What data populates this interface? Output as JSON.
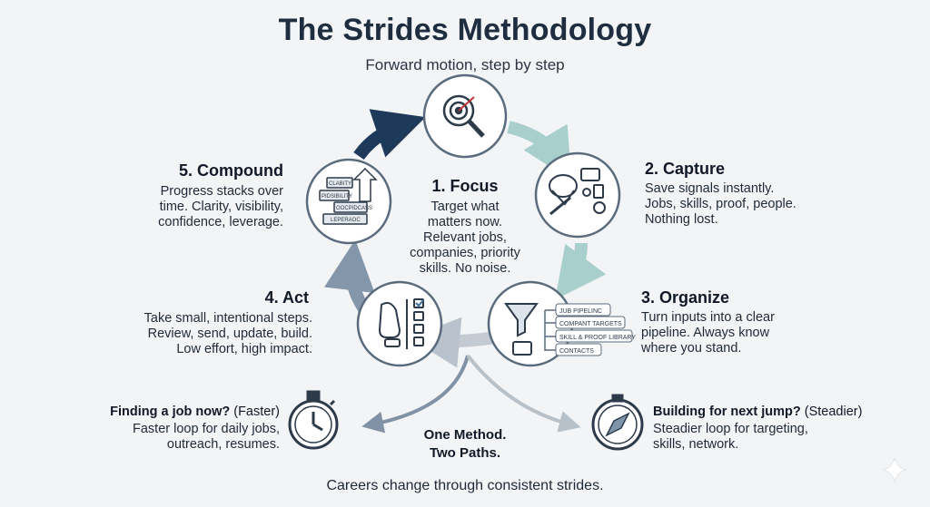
{
  "title": "The Strides Methodology",
  "subtitle": "Forward motion, step by step",
  "steps": {
    "focus": {
      "heading": "1. Focus",
      "lines": [
        "Target what",
        "matters now.",
        "Relevant jobs,",
        "companies, priority",
        "skills. No noise."
      ]
    },
    "capture": {
      "heading": "2. Capture",
      "lines": [
        "Save signals instantly.",
        "Jobs, skills, proof, people.",
        "Nothing lost."
      ]
    },
    "organize": {
      "heading": "3. Organize",
      "lines": [
        "Turn inputs into a clear",
        "pipeline. Always know",
        "where you stand."
      ],
      "pills": [
        "JUB PIPELINC",
        "COMPANT TARGETS",
        "SKILL & PROOF LIBRARY",
        "CONTACTS"
      ]
    },
    "act": {
      "heading": "4. Act",
      "lines": [
        "Take small, intentional steps.",
        "Review, send, update, build.",
        "Low effort, high impact."
      ]
    },
    "compound": {
      "heading": "5. Compound",
      "lines": [
        "Progress stacks over",
        "time. Clarity, visibility,",
        "confidence, leverage."
      ],
      "blocks": [
        "CLABITY",
        "PIDSIBILITY",
        "OOCPIDCASS",
        "LEPERAOC"
      ]
    }
  },
  "center": {
    "line1": "One Method.",
    "line2": "Two Paths."
  },
  "paths": {
    "faster": {
      "title_bold": "Finding a job now?",
      "title_light": " (Faster)",
      "lines": [
        "Faster loop for daily jobs,",
        "outreach, resumes."
      ]
    },
    "steadier": {
      "title_bold": "Building for next jump?",
      "title_light": " (Steadier)",
      "lines": [
        "Steadier loop for targeting,",
        "skills, network."
      ]
    }
  },
  "footer": "Careers change through consistent strides.",
  "icons": [
    "target-magnifier-icon",
    "butterfly-net-icon",
    "funnel-icon",
    "footprint-checklist-icon",
    "stacked-blocks-icon",
    "stopwatch-icon",
    "compass-icon",
    "sparkle-icon"
  ],
  "colors": {
    "navy": "#1e3a5a",
    "teal": "#a8cfcc",
    "gray_arrow": "#b9c2cc",
    "blue_gray": "#7f93a8",
    "circle_stroke": "#5a6b7d"
  }
}
